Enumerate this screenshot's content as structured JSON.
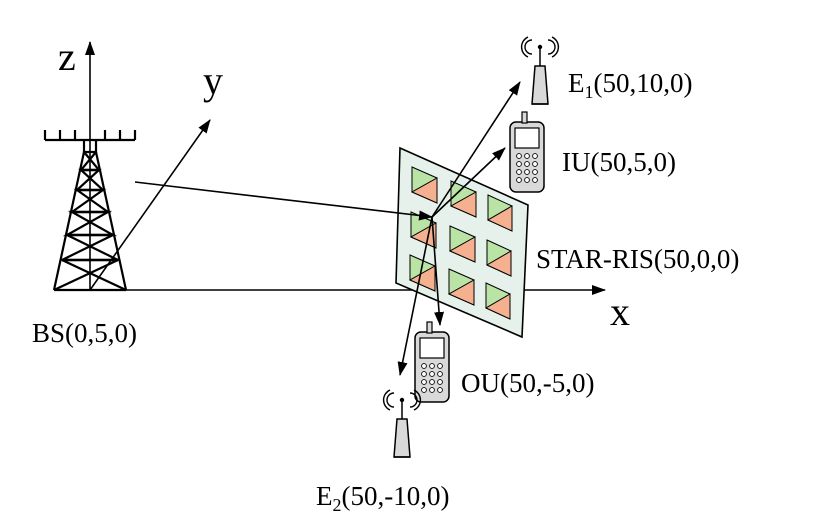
{
  "diagram": {
    "axes": {
      "z": "z",
      "y": "y",
      "x": "x"
    },
    "nodes": {
      "bs": {
        "label": "BS(0,5,0)"
      },
      "ris": {
        "label": "STAR-RIS(50,0,0)"
      },
      "iu": {
        "label": "IU(50,5,0)"
      },
      "ou": {
        "label": "OU(50,-5,0)"
      },
      "e1": {
        "letter": "E",
        "sub": "1",
        "coords": "(50,10,0)"
      },
      "e2": {
        "letter": "E",
        "sub": "2",
        "coords": "(50,-10,0)"
      }
    },
    "colors": {
      "ris_panel": "#e6f1ec",
      "element_green": "#b9e4a5",
      "element_orange": "#f4b08f",
      "device_body": "#d9d9d9",
      "stroke": "#000000"
    }
  }
}
